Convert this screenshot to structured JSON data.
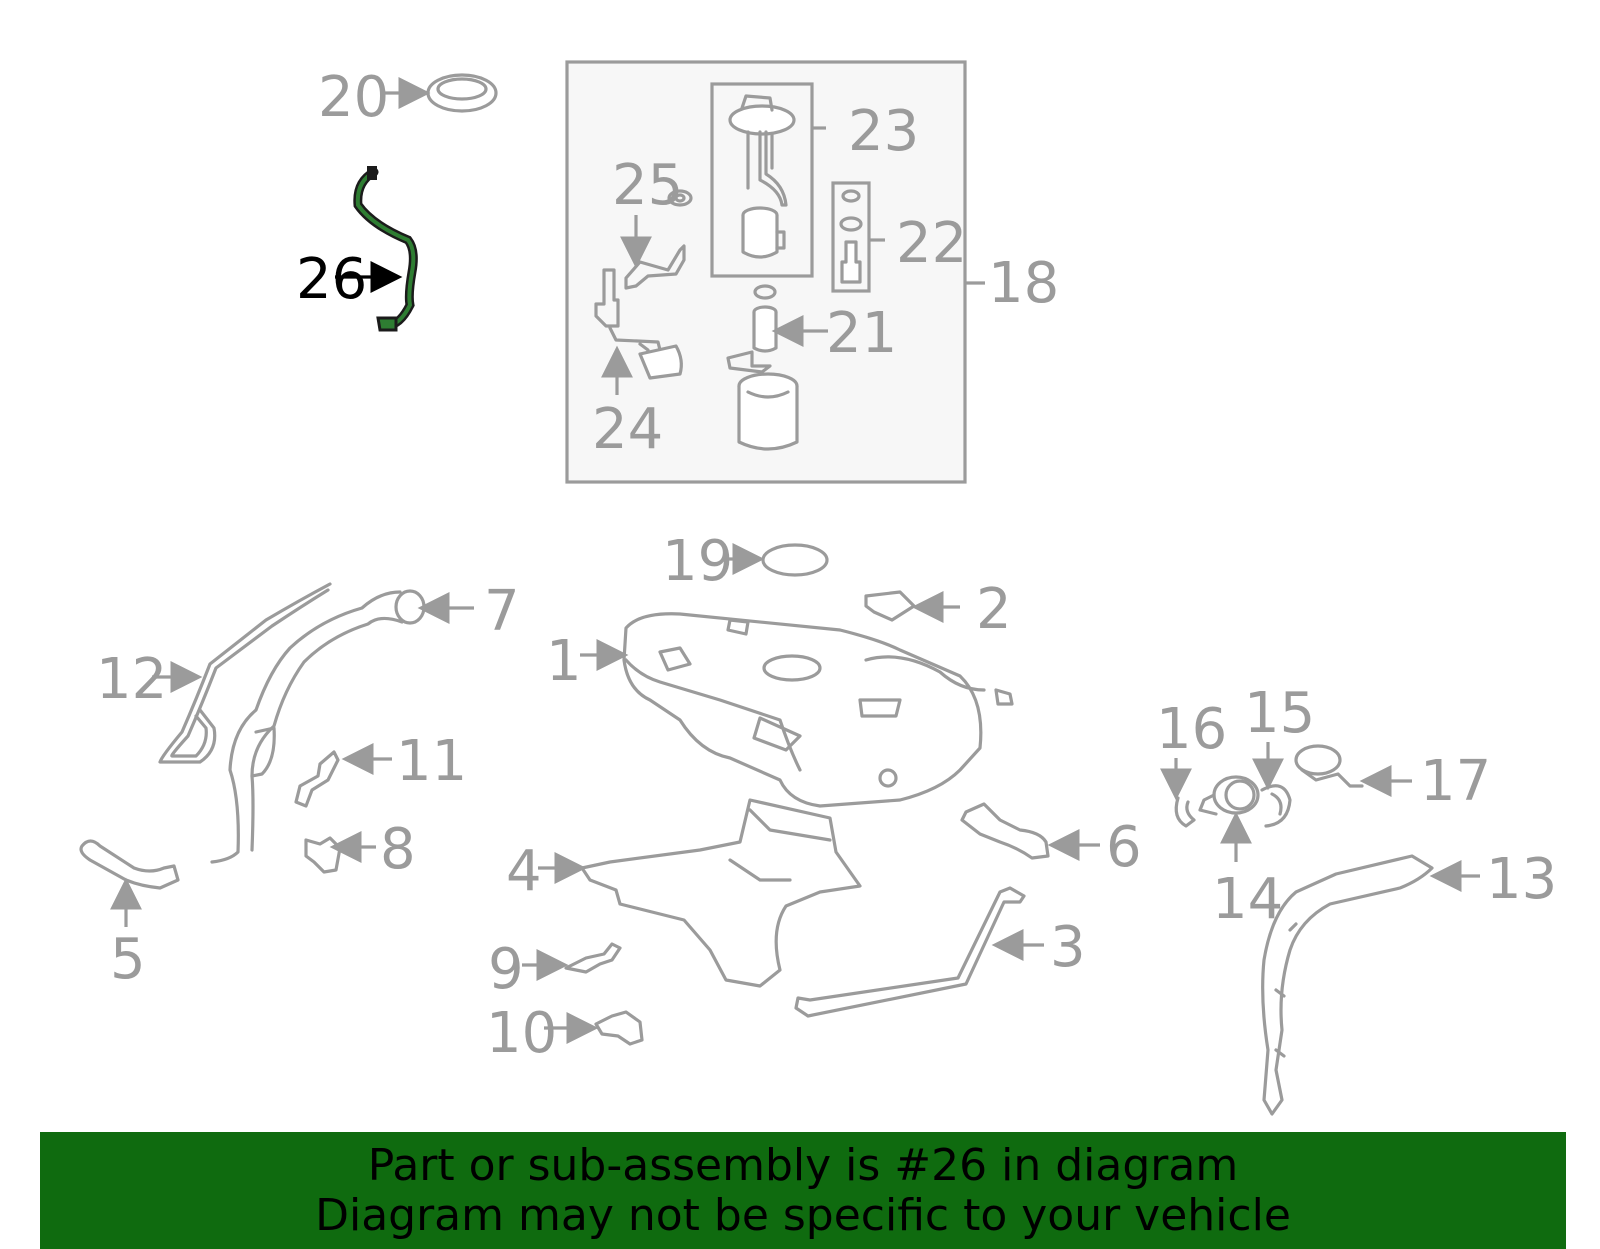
{
  "callouts": [
    {
      "id": "1",
      "text": "1"
    },
    {
      "id": "2",
      "text": "2"
    },
    {
      "id": "3",
      "text": "3"
    },
    {
      "id": "4",
      "text": "4"
    },
    {
      "id": "5",
      "text": "5"
    },
    {
      "id": "6",
      "text": "6"
    },
    {
      "id": "7",
      "text": "7"
    },
    {
      "id": "8",
      "text": "8"
    },
    {
      "id": "9",
      "text": "9"
    },
    {
      "id": "10",
      "text": "10"
    },
    {
      "id": "11",
      "text": "11"
    },
    {
      "id": "12",
      "text": "12"
    },
    {
      "id": "13",
      "text": "13"
    },
    {
      "id": "14",
      "text": "14"
    },
    {
      "id": "15",
      "text": "15"
    },
    {
      "id": "16",
      "text": "16"
    },
    {
      "id": "17",
      "text": "17"
    },
    {
      "id": "18",
      "text": "18"
    },
    {
      "id": "19",
      "text": "19"
    },
    {
      "id": "20",
      "text": "20"
    },
    {
      "id": "21",
      "text": "21"
    },
    {
      "id": "22",
      "text": "22"
    },
    {
      "id": "23",
      "text": "23"
    },
    {
      "id": "24",
      "text": "24"
    },
    {
      "id": "25",
      "text": "25"
    },
    {
      "id": "26",
      "text": "26"
    }
  ],
  "highlighted_part": "26",
  "colors": {
    "part_stroke": "#9b9b9b",
    "highlight": "#2e7d32",
    "banner": "#0f6b0f"
  },
  "banner": {
    "line1": "Part or sub-assembly is #26 in diagram",
    "line2": "Diagram may not be specific to your vehicle"
  }
}
